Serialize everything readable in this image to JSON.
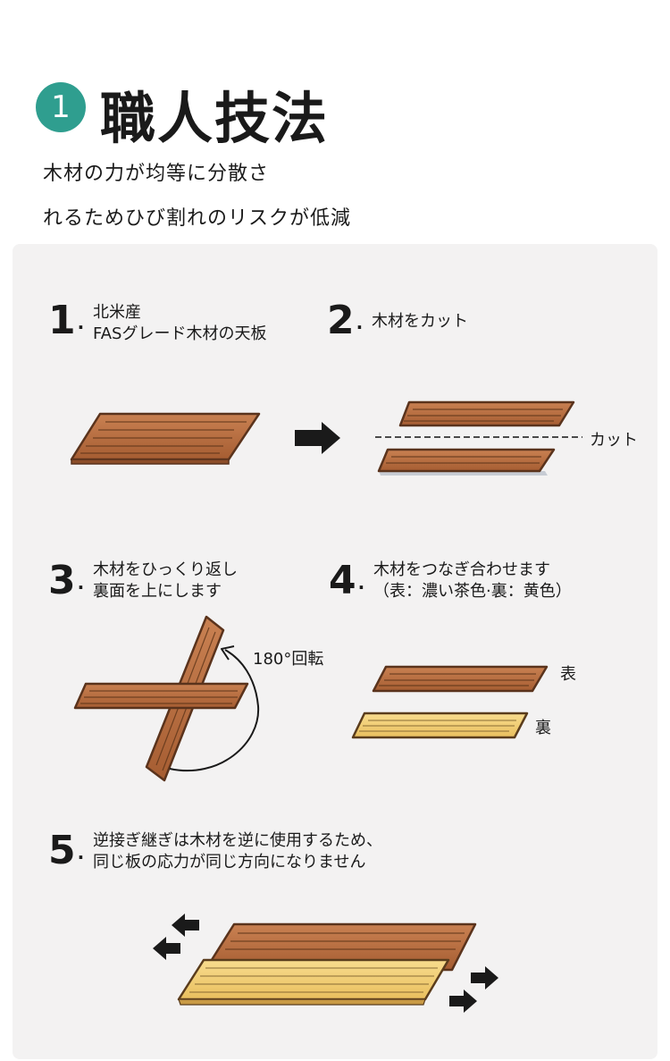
{
  "header": {
    "badge_number": "1",
    "title": "職人技法",
    "subtitle_line1": "木材の力が均等に分散さ",
    "subtitle_line2": "れるためひび割れのリスクが低減"
  },
  "steps": [
    {
      "number": "1",
      "line1": "北米産",
      "line2": "FASグレード木材の天板"
    },
    {
      "number": "2",
      "line1": "木材をカット",
      "line2": ""
    },
    {
      "number": "3",
      "line1": "木材をひっくり返し",
      "line2": "裏面を上にします"
    },
    {
      "number": "4",
      "line1": "木材をつなぎ合わせます",
      "line2": "（表：濃い茶色·裏：黄色）"
    },
    {
      "number": "5",
      "line1": "逆接ぎ継ぎは木材を逆に使用するため、",
      "line2": "同じ板の応力が同じ方向になりません"
    }
  ],
  "labels": {
    "cut": "カット",
    "rotate": "180°回転",
    "front": "表",
    "back": "裏"
  },
  "colors": {
    "accent": "#2f9e8f",
    "dark_wood": "#b56a3c",
    "light_wood": "#f3cf77",
    "panel_bg": "#f3f2f2"
  }
}
